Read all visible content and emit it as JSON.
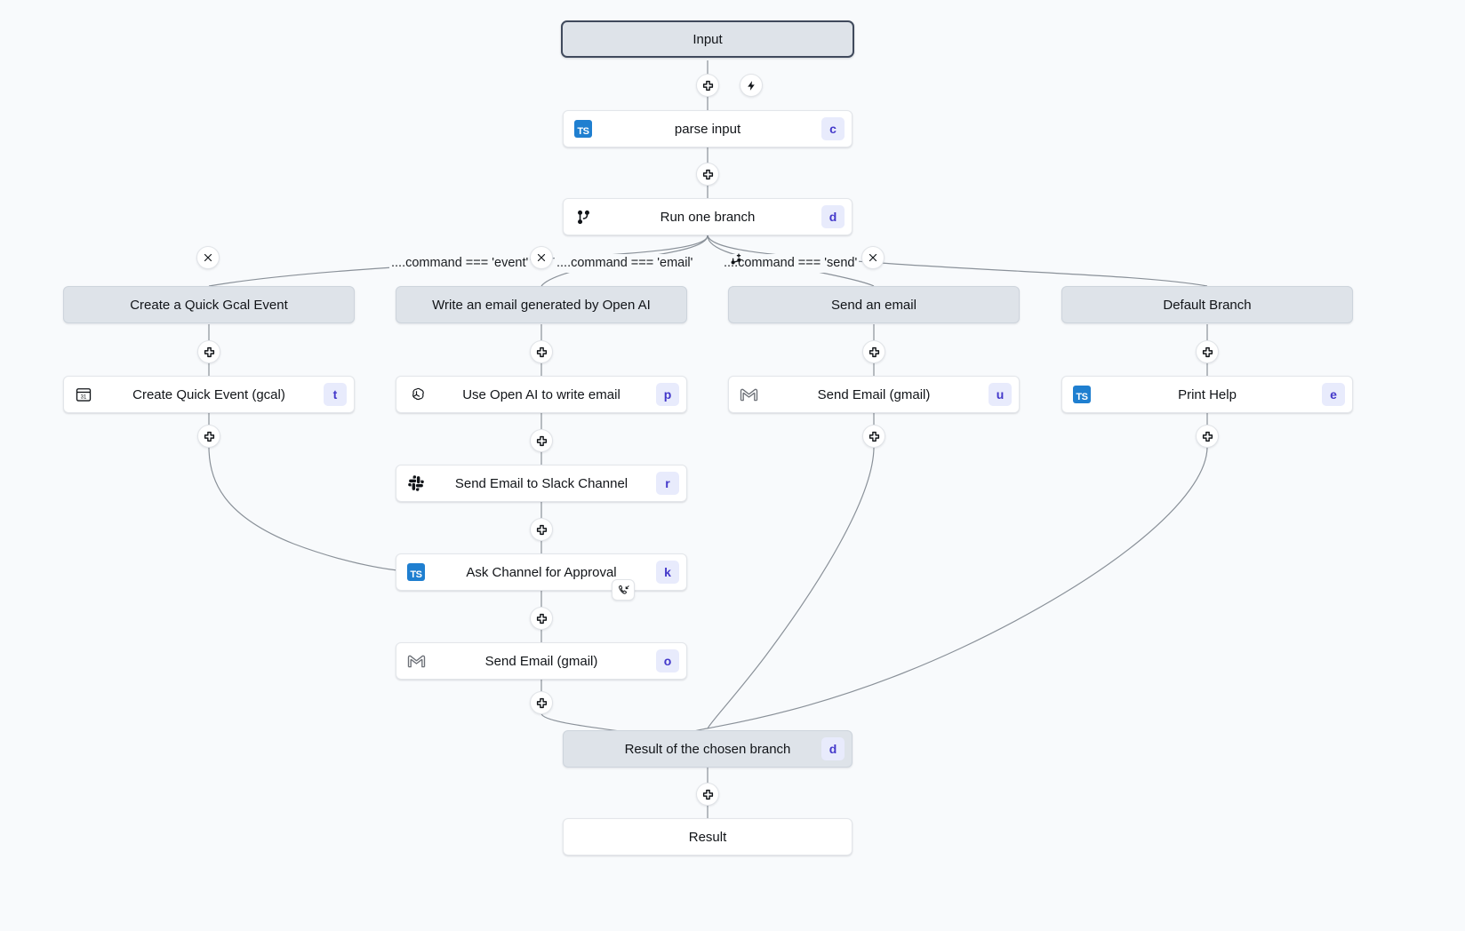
{
  "app": {
    "kind": "workflow-graph-editor",
    "background": "#f8fafc"
  },
  "theme": {
    "node_step_bg": "#ffffff",
    "node_ghost_bg": "#dee3e9",
    "terminal_border": "#404a5c",
    "badge_bg": "#e8ebfc",
    "badge_fg": "#4338ca",
    "edge_color": "#8a9199",
    "ts_icon_bg": "#1f7fd0"
  },
  "terminals": {
    "input": {
      "label": "Input"
    },
    "result": {
      "label": "Result"
    }
  },
  "nodes": [
    {
      "id": "parse-input",
      "label": "parse input",
      "badge": "c",
      "icon": "typescript-icon",
      "type": "step"
    },
    {
      "id": "run-one-branch",
      "label": "Run one branch",
      "badge": "d",
      "icon": "git-branch-icon",
      "type": "step"
    },
    {
      "id": "branch-gcal",
      "label": "Create a Quick Gcal Event",
      "badge": "",
      "icon": "",
      "type": "ghost"
    },
    {
      "id": "branch-openai",
      "label": "Write an email generated by Open AI",
      "badge": "",
      "icon": "",
      "type": "ghost"
    },
    {
      "id": "branch-send",
      "label": "Send an email",
      "badge": "",
      "icon": "",
      "type": "ghost"
    },
    {
      "id": "branch-default",
      "label": "Default Branch",
      "badge": "",
      "icon": "",
      "type": "ghost"
    },
    {
      "id": "create-quick-event",
      "label": "Create Quick Event (gcal)",
      "badge": "t",
      "icon": "gcal-icon",
      "type": "step"
    },
    {
      "id": "use-openai",
      "label": "Use Open AI to write email",
      "badge": "p",
      "icon": "openai-icon",
      "type": "step"
    },
    {
      "id": "slack-send",
      "label": "Send Email to Slack Channel",
      "badge": "r",
      "icon": "slack-icon",
      "type": "step"
    },
    {
      "id": "ask-approval",
      "label": "Ask Channel for Approval",
      "badge": "k",
      "icon": "typescript-icon",
      "type": "step"
    },
    {
      "id": "gmail-send-o",
      "label": "Send Email (gmail)",
      "badge": "o",
      "icon": "gmail-icon",
      "type": "step"
    },
    {
      "id": "gmail-send-u",
      "label": "Send Email (gmail)",
      "badge": "u",
      "icon": "gmail-icon",
      "type": "step"
    },
    {
      "id": "print-help",
      "label": "Print Help",
      "badge": "e",
      "icon": "typescript-icon",
      "type": "step"
    },
    {
      "id": "result-branch",
      "label": "Result of the chosen branch",
      "badge": "d",
      "icon": "",
      "type": "ghost"
    }
  ],
  "branch_conditions": [
    {
      "id": "cond-event",
      "text": "....command === 'event'"
    },
    {
      "id": "cond-email",
      "text": "....command === 'email'"
    },
    {
      "id": "cond-send",
      "text": "....command === 'send'"
    }
  ],
  "controls": {
    "add_step_icon": "plus-icon",
    "trigger_icon": "lightning-bolt-icon",
    "remove_branch_icon": "close-x-icon",
    "add_branch_icon": "add-branch-icon",
    "suspend_icon": "phone-incoming-icon"
  }
}
